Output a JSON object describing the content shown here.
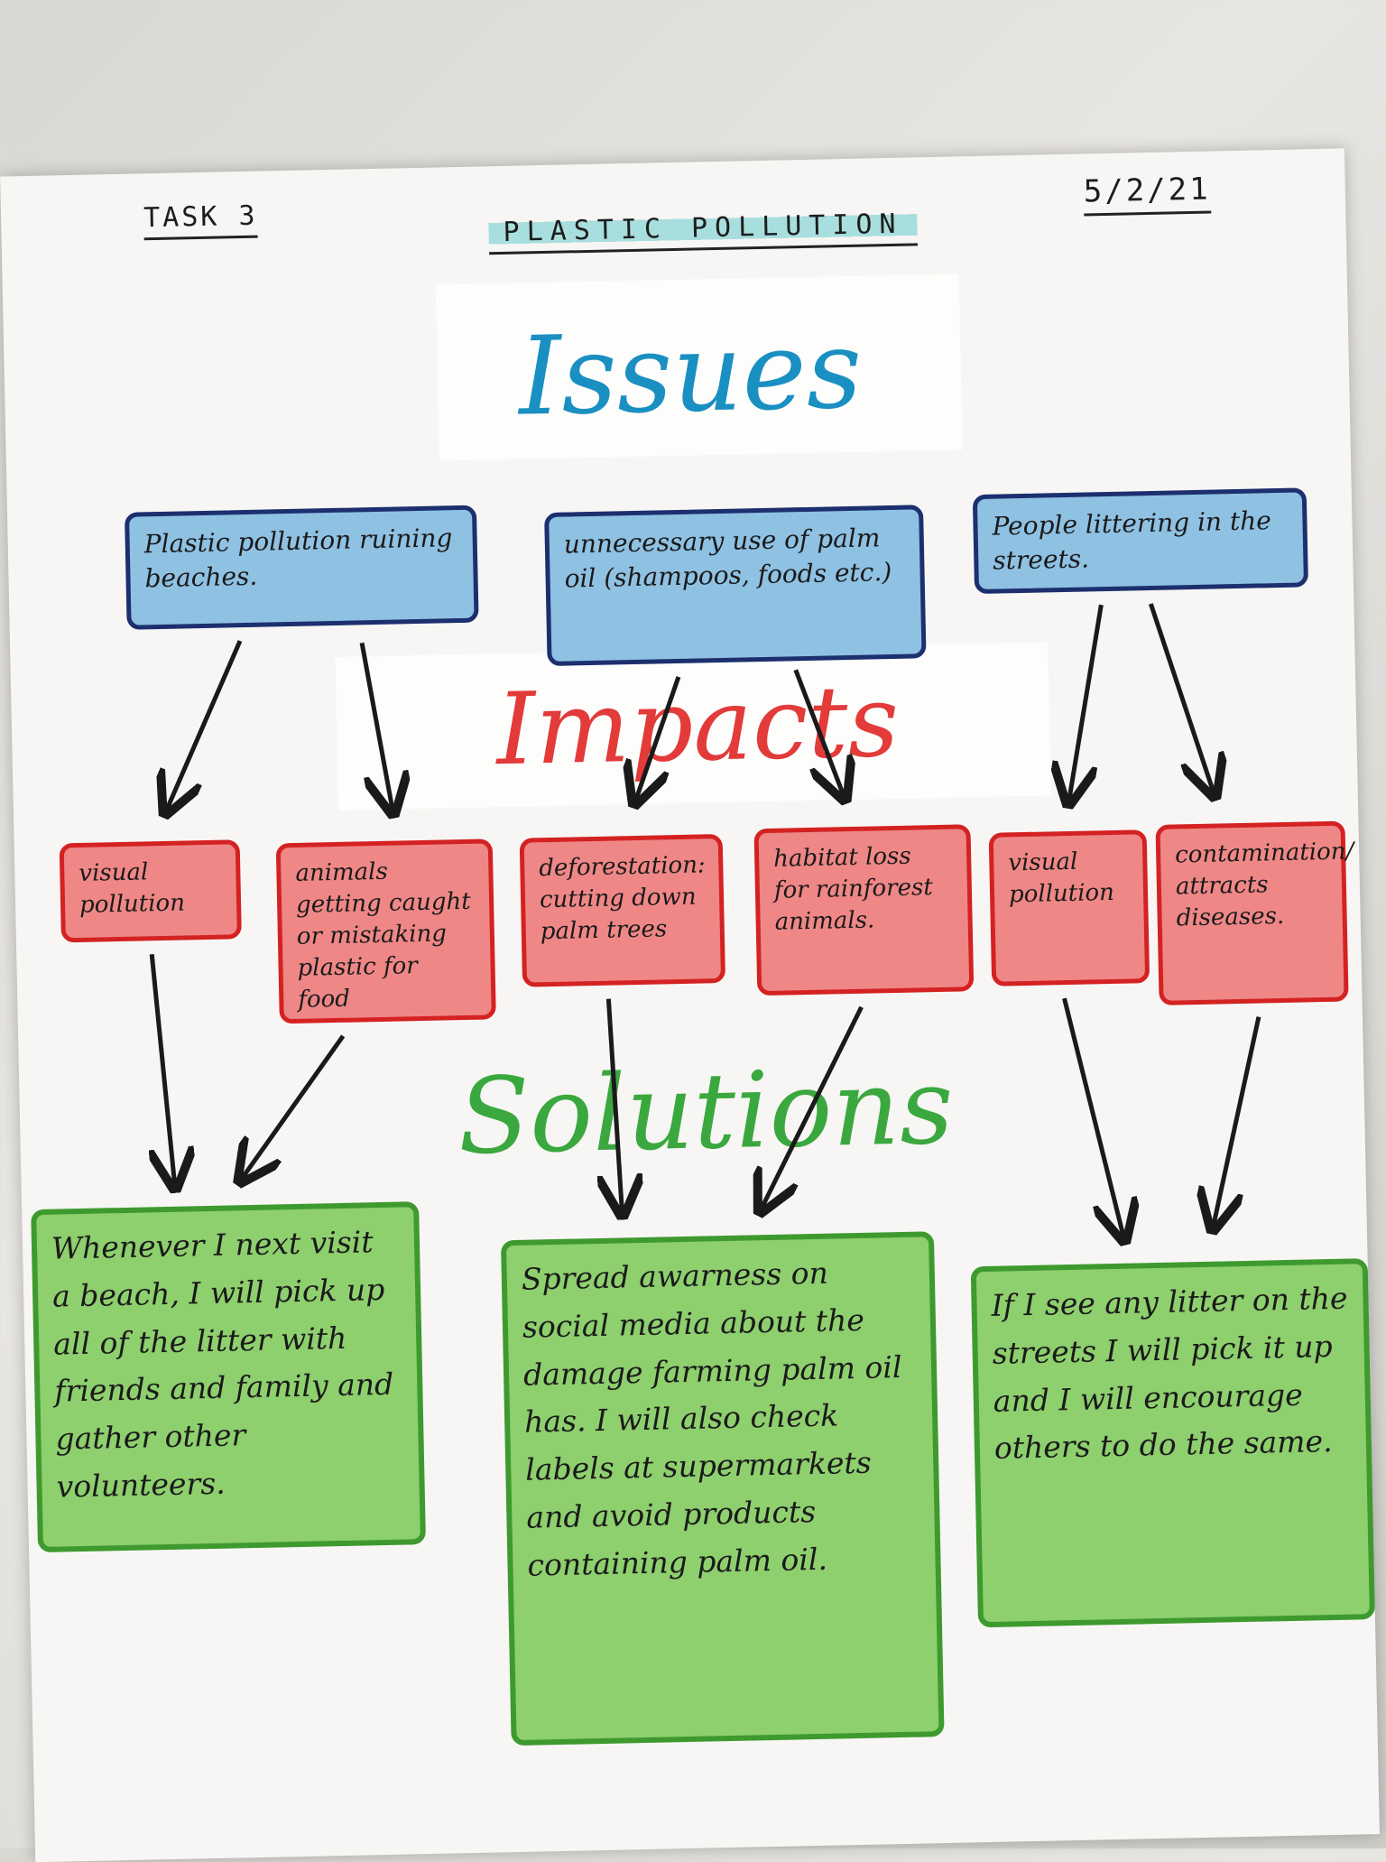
{
  "header": {
    "task": "TASK 3",
    "date": "5/2/21",
    "title": "PLASTIC POLLUTION"
  },
  "headings": {
    "issues": "Issues",
    "impacts": "Impacts",
    "solutions": "Solutions"
  },
  "colors": {
    "issues": "#1a8fc2",
    "impacts": "#e33a3a",
    "solutions": "#3aa83e"
  },
  "issues": [
    "Plastic pollution ruining beaches.",
    "unnecessary use of palm oil (shampoos, foods etc.)",
    "People littering in the streets."
  ],
  "impacts": [
    "visual pollution",
    "animals getting caught or mistaking plastic for food",
    "deforestation: cutting down palm trees",
    "habitat loss for rainforest animals.",
    "visual pollution",
    "contamination/ attracts diseases."
  ],
  "solutions": [
    "Whenever I next visit a beach, I will pick up all of the litter with friends and family and gather other volunteers.",
    "Spread awarness on social media about the damage farming palm oil has. I will also check labels at supermarkets and avoid products containing palm oil.",
    "If I see any litter on the streets I will pick it up and I will encourage others to do the same."
  ]
}
